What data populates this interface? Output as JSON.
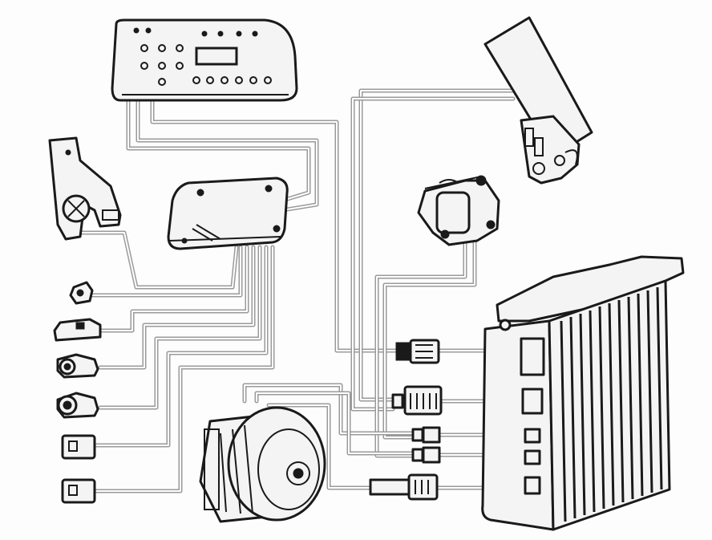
{
  "diagram": {
    "components": [
      {
        "id": "control-panel",
        "icon": "control-panel-icon"
      },
      {
        "id": "pedal-sensor",
        "icon": "pedal-sensor-icon"
      },
      {
        "id": "junction-box",
        "icon": "junction-box-icon"
      },
      {
        "id": "bracket-sensor",
        "icon": "bracket-sensor-icon"
      },
      {
        "id": "servo-actuator",
        "icon": "servo-actuator-icon"
      },
      {
        "id": "controller-unit",
        "icon": "controller-heatsink-icon"
      },
      {
        "id": "hub-motor",
        "icon": "hub-motor-icon"
      },
      {
        "id": "small-sensor-1",
        "icon": "sensor-icon"
      },
      {
        "id": "small-sensor-2",
        "icon": "sensor-icon"
      },
      {
        "id": "small-sensor-3",
        "icon": "sensor-icon"
      },
      {
        "id": "small-sensor-4",
        "icon": "sensor-icon"
      },
      {
        "id": "small-sensor-5",
        "icon": "sensor-icon"
      },
      {
        "id": "small-sensor-6",
        "icon": "sensor-icon"
      }
    ],
    "connectors": [
      "db-connector",
      "multi-pin-connector-1",
      "small-connector-1",
      "small-connector-2",
      "multi-pin-connector-2"
    ],
    "colors": {
      "line": "#1a1a1a",
      "wire": "#9a9a9a",
      "fill": "#f4f4f4"
    }
  }
}
